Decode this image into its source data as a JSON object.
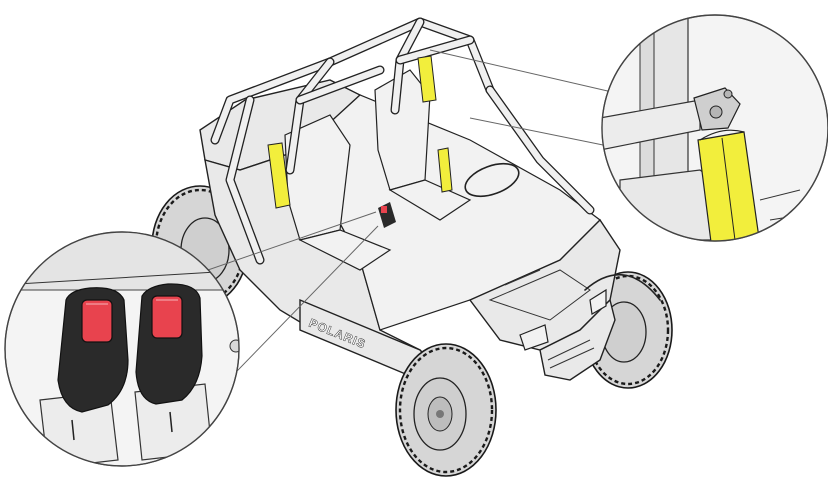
{
  "vehicle": {
    "brand_text": "POLARIS"
  },
  "colors": {
    "belt_yellow": "#f2ee3c",
    "buckle_red": "#e8434e",
    "buckle_black": "#2a2a2a",
    "line": "#222222"
  },
  "callouts": {
    "shoulder_anchor": {
      "icon": "seatbelt-anchor-detail"
    },
    "buckles": {
      "icon": "seatbelt-buckle-detail"
    }
  }
}
